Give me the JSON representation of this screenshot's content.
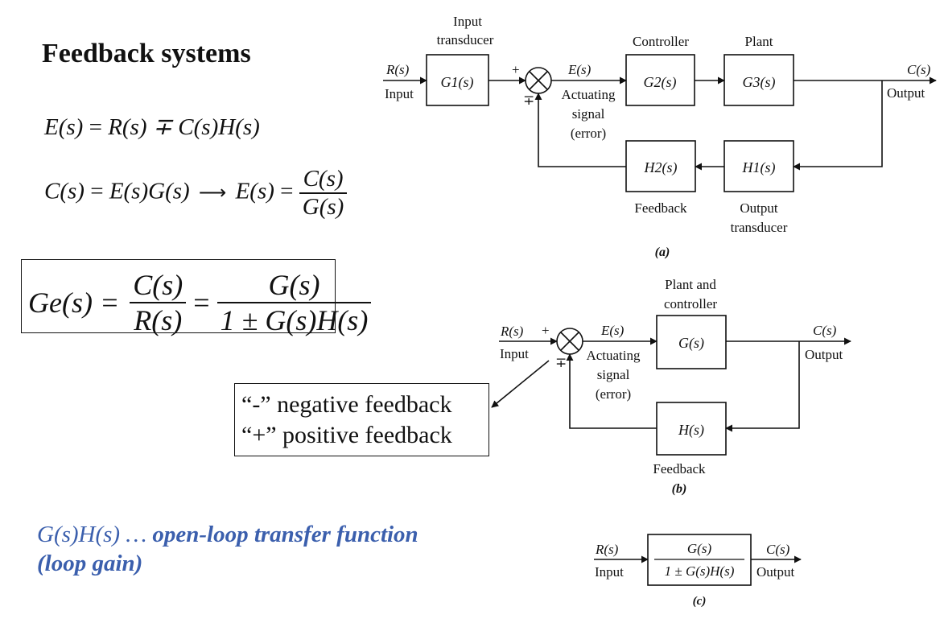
{
  "page": {
    "title": "Feedback systems"
  },
  "equations": {
    "e1": {
      "lhs": "E(s)",
      "eq": "=",
      "rhs": "R(s) ∓ C(s)H(s)"
    },
    "e2": {
      "lhs": "C(s)",
      "eq": "=",
      "rhs": "E(s)G(s)",
      "arrow": "⟶",
      "res_lhs": "E(s)",
      "res_eq": "=",
      "num": "C(s)",
      "den": "G(s)"
    },
    "ge": {
      "lhs": "Ge(s) =",
      "num1": "C(s)",
      "den1": "R(s)",
      "eq2": "=",
      "num2": "G(s)",
      "den2": "1 ± G(s)H(s)"
    }
  },
  "feedback_note": {
    "line1": "“-” negative feedback",
    "line2": "“+” positive feedback"
  },
  "loop_gain_note": {
    "expr": "G(s)H(s) …",
    "text1": "open-loop transfer function",
    "text2": "(loop gain)"
  },
  "colors": {
    "blue": "#3b5fad",
    "ink": "#111111"
  },
  "diagram_a": {
    "label": "(a)",
    "input_signal": "R(s)",
    "input_word": "Input",
    "input_transducer_label1": "Input",
    "input_transducer_label2": "transducer",
    "g1": "G1(s)",
    "plus": "+",
    "minus": "∓",
    "error_signal": "E(s)",
    "actuating1": "Actuating",
    "actuating2": "signal",
    "actuating3": "(error)",
    "controller_label": "Controller",
    "g2": "G2(s)",
    "plant_label": "Plant",
    "g3": "G3(s)",
    "output_signal": "C(s)",
    "output_word": "Output",
    "h2": "H2(s)",
    "feedback_label": "Feedback",
    "h1": "H1(s)",
    "output_transducer1": "Output",
    "output_transducer2": "transducer"
  },
  "diagram_b": {
    "label": "(b)",
    "input_signal": "R(s)",
    "input_word": "Input",
    "plus": "+",
    "minus": "∓",
    "error_signal": "E(s)",
    "actuating1": "Actuating",
    "actuating2": "signal",
    "actuating3": "(error)",
    "plant_label1": "Plant and",
    "plant_label2": "controller",
    "g": "G(s)",
    "output_signal": "C(s)",
    "output_word": "Output",
    "h": "H(s)",
    "feedback_label": "Feedback"
  },
  "diagram_c": {
    "label": "(c)",
    "input_signal": "R(s)",
    "input_word": "Input",
    "num": "G(s)",
    "den": "1 ± G(s)H(s)",
    "output_signal": "C(s)",
    "output_word": "Output"
  }
}
